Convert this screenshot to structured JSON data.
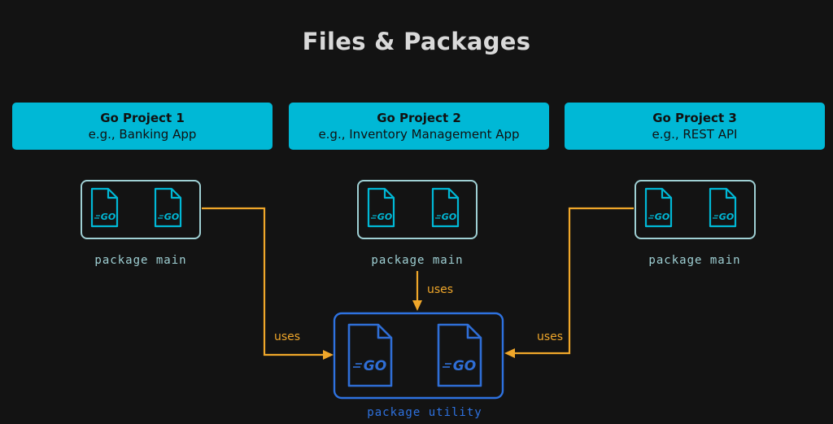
{
  "title": "Files & Packages",
  "projects": [
    {
      "name": "Go Project 1",
      "description": "e.g., Banking App"
    },
    {
      "name": "Go Project 2",
      "description": "e.g., Inventory Management App"
    },
    {
      "name": "Go Project 3",
      "description": "e.g., REST API"
    }
  ],
  "packages": {
    "main_label": "package main",
    "utility_label": "package utility",
    "file_logo": "GO"
  },
  "relations": {
    "uses_label": "uses"
  },
  "colors": {
    "background": "#131313",
    "project_box": "#00b8d6",
    "main_package_border": "#9fd0d4",
    "utility_package_border": "#2e72e0",
    "go_file_cyan": "#00b8d6",
    "go_file_blue": "#2f6ed6",
    "arrow": "#f0a72a"
  }
}
